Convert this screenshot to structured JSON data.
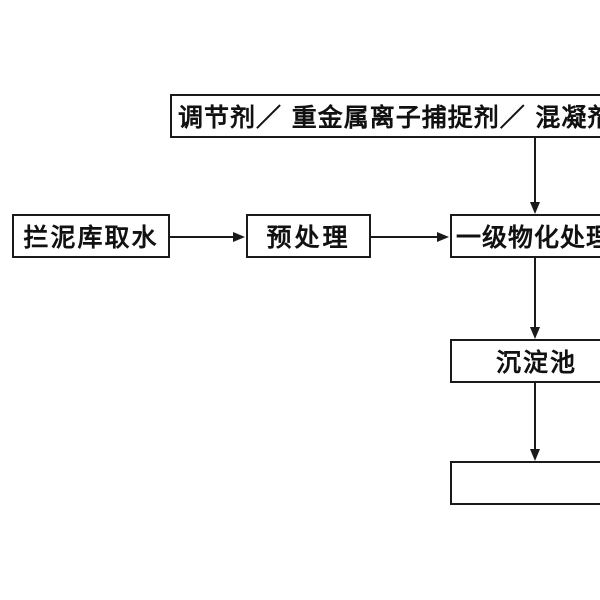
{
  "diagram": {
    "nodes": {
      "reagents": "调节剂／ 重金属离子捕捉剂／ 混凝剂",
      "intake": "拦泥库取水",
      "pretreatment": "预处理",
      "primary_treatment": "一级物化处理",
      "sedimentation_tank": "沉淀池",
      "next_stage": ""
    },
    "edges": [
      {
        "from": "intake",
        "to": "pretreatment"
      },
      {
        "from": "pretreatment",
        "to": "primary_treatment"
      },
      {
        "from": "reagents",
        "to": "primary_treatment"
      },
      {
        "from": "primary_treatment",
        "to": "sedimentation_tank"
      },
      {
        "from": "sedimentation_tank",
        "to": "next_stage"
      }
    ]
  }
}
